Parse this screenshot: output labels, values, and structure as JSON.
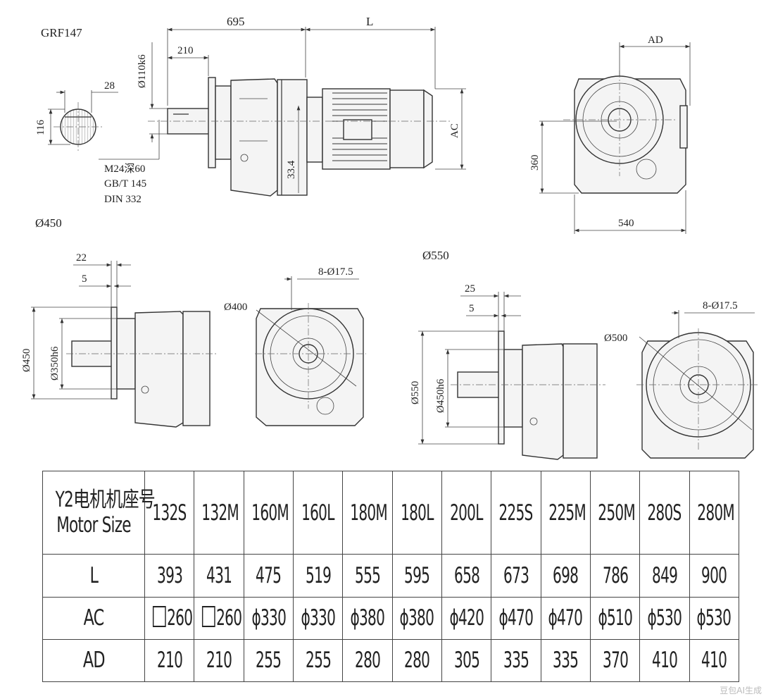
{
  "model": "GRF147",
  "main_view": {
    "dims": {
      "d_695": "695",
      "d_L": "L",
      "d_210": "210",
      "shaft_dia": "Ø110k6",
      "d_33_4": "33.4",
      "d_AC": "AC",
      "key_28": "28",
      "key_116": "116"
    },
    "notes": [
      "M24深60",
      "GB/T 145",
      "DIN 332"
    ]
  },
  "end_view": {
    "dims": {
      "d_AD": "AD",
      "d_360": "360",
      "d_540": "540"
    }
  },
  "flange_450": {
    "title": "Ø450",
    "dims": {
      "d_22": "22",
      "d_5": "5",
      "d_450": "Ø450",
      "d_350": "Ø350h6",
      "d_400": "Ø400",
      "holes": "8-Ø17.5"
    }
  },
  "flange_550": {
    "title": "Ø550",
    "dims": {
      "d_25": "25",
      "d_5": "5",
      "d_550": "Ø550",
      "d_450": "Ø450h6",
      "d_500": "Ø500",
      "holes": "8-Ø17.5"
    }
  },
  "table": {
    "header_cn": "Y2电机机座号",
    "header_en": "Motor Size",
    "sizes": [
      "132S",
      "132M",
      "160M",
      "160L",
      "180M",
      "180L",
      "200L",
      "225S",
      "225M",
      "250M",
      "280S",
      "280M"
    ],
    "rows": [
      {
        "label": "L",
        "values": [
          "393",
          "431",
          "475",
          "519",
          "555",
          "595",
          "658",
          "673",
          "698",
          "786",
          "849",
          "900"
        ]
      },
      {
        "label": "AC",
        "values": [
          "260",
          "260",
          "ϕ330",
          "ϕ330",
          "ϕ380",
          "ϕ380",
          "ϕ420",
          "ϕ470",
          "ϕ470",
          "ϕ510",
          "ϕ530",
          "ϕ530"
        ],
        "square_prefix": [
          true,
          true,
          false,
          false,
          false,
          false,
          false,
          false,
          false,
          false,
          false,
          false
        ]
      },
      {
        "label": "AD",
        "values": [
          "210",
          "210",
          "255",
          "255",
          "280",
          "280",
          "305",
          "335",
          "335",
          "370",
          "410",
          "410"
        ]
      }
    ]
  },
  "watermark": "豆包AI生成"
}
